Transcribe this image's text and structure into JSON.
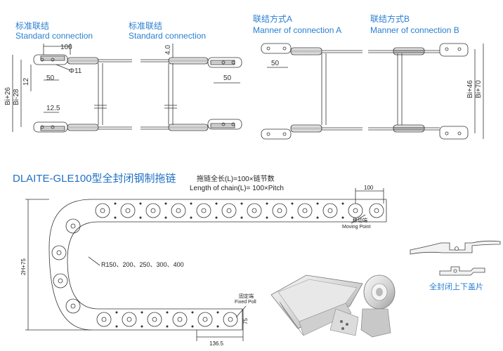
{
  "headers": {
    "left1_cn": "标准联结",
    "left1_en": "Standard connection",
    "left2_cn": "标准联结",
    "left2_en": "Standard connection",
    "right1_cn": "联结方式A",
    "right1_en": "Manner of connection A",
    "right2_cn": "联结方式B",
    "right2_en": "Manner of connection B"
  },
  "dims": {
    "w100": "100",
    "w50a": "50",
    "phi11": "Φ11",
    "h12": "12",
    "w12_5": "12.5",
    "bi26": "Bi+26",
    "bi28": "Bi-28",
    "h4": "4.0",
    "w50b": "50",
    "w50c": "50",
    "bi46": "Bi+46",
    "bi70": "Bi+70"
  },
  "product_title": "DLAITE-GLE100型全封闭钢制拖链",
  "chain": {
    "length_cn": "拖链全长(L)=100×链节数",
    "length_en": "Length of chain(L)= 100×Pitch",
    "pitch": "100",
    "moving_cn": "移动端",
    "moving_en": "Moving Point",
    "radius": "R150、200、250、300、400",
    "height": "2H+75",
    "fixed_cn": "固定端",
    "fixed_en": "Fixed Poll",
    "w136_5": "136.5",
    "h75": "75"
  },
  "cover": {
    "caption": "全封闭上下盖片"
  }
}
